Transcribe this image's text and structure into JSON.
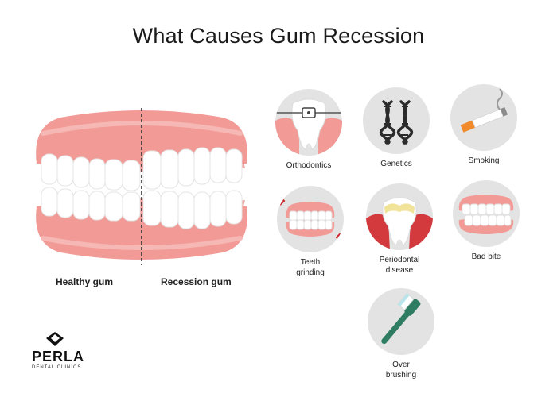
{
  "title": "What Causes Gum Recession",
  "comparison": {
    "left_label": "Healthy gum",
    "right_label": "Recession gum"
  },
  "causes": [
    {
      "label": "Orthodontics",
      "icon": "braces-tooth-icon"
    },
    {
      "label": "Genetics",
      "icon": "dna-icon"
    },
    {
      "label": "Smoking",
      "icon": "cigarette-icon"
    },
    {
      "label": "Teeth\ngrinding",
      "icon": "grinding-teeth-icon"
    },
    {
      "label": "Periodontal\ndisease",
      "icon": "periodontal-tooth-icon"
    },
    {
      "label": "Bad bite",
      "icon": "bad-bite-icon"
    },
    {
      "label": "Over\nbrushing",
      "icon": "toothbrush-icon"
    }
  ],
  "logo": {
    "name": "PERLA",
    "subtitle": "DENTAL CLINICS"
  },
  "colors": {
    "gum": "#f29a96",
    "gum_dark": "#e56f6c",
    "tooth": "#ffffff",
    "circle_bg": "#e3e3e3",
    "inflamed": "#c9252c"
  }
}
